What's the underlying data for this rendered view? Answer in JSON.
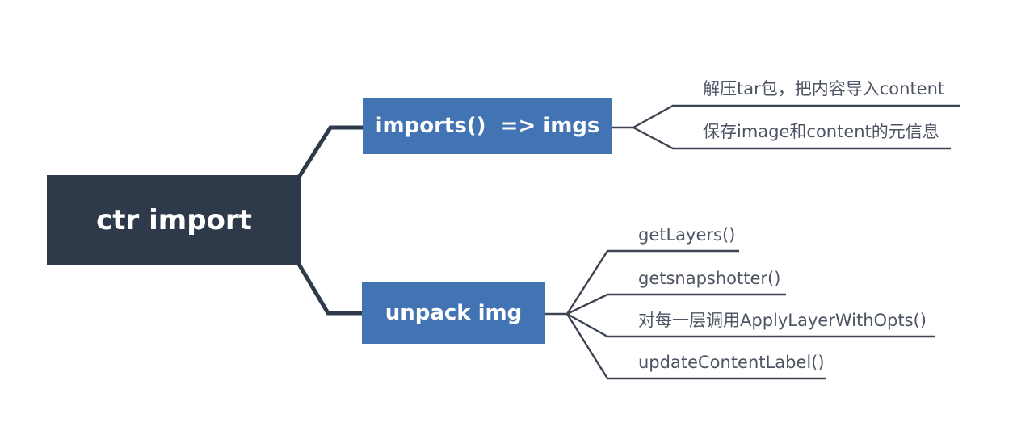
{
  "diagram": {
    "type": "mindmap",
    "root": {
      "label": "ctr import"
    },
    "branches": [
      {
        "label": "imports()  => imgs",
        "children": [
          {
            "label": "解压tar包，把内容导入content"
          },
          {
            "label": "保存image和content的元信息"
          }
        ]
      },
      {
        "label": "unpack img",
        "children": [
          {
            "label": "getLayers()"
          },
          {
            "label": "getsnapshotter()"
          },
          {
            "label": "对每一层调用ApplyLayerWithOpts()"
          },
          {
            "label": "updateContentLabel()"
          }
        ]
      }
    ],
    "colors": {
      "background": "#ffffff",
      "root_bg": "#2e3a4a",
      "branch_bg": "#4273b3",
      "node_text": "#ffffff",
      "leaf_text": "#4d5463",
      "thick_line": "#2e3a4a",
      "line": "#3d4452"
    }
  }
}
